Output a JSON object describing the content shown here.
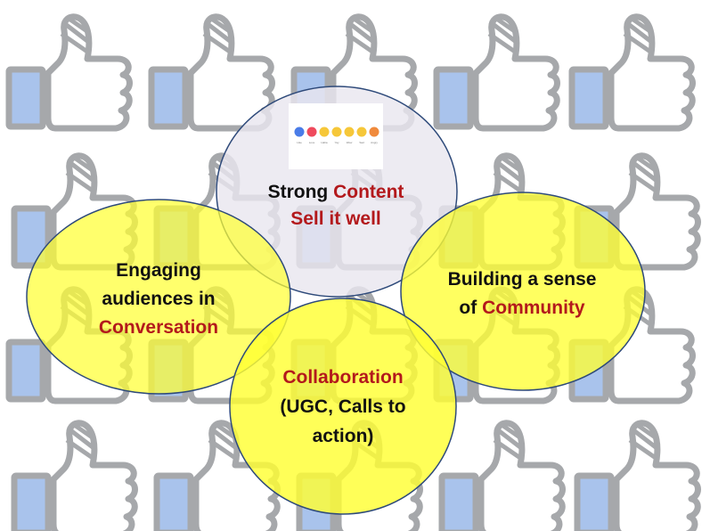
{
  "diagram": {
    "colors": {
      "center_fill": "#e9e6ef",
      "bubble_fill": "#ffff33",
      "outline": "#2e4a7a",
      "emphasis": "#b3191c",
      "text": "#111111",
      "like_blue": "#a9c3ec",
      "like_gray": "#a6a8ab"
    },
    "background_icon": "thumbs-up-bandaged-icon",
    "reactions": {
      "icons": [
        "like-icon",
        "love-icon",
        "haha-icon",
        "yay-icon",
        "wow-icon",
        "sad-icon",
        "angry-icon"
      ],
      "labels": [
        "Like",
        "Love",
        "Haha",
        "Yay",
        "Wow",
        "Sad",
        "Angry"
      ]
    },
    "nodes": {
      "content": {
        "lines": [
          [
            {
              "text": "Strong ",
              "emph": false
            },
            {
              "text": "Content",
              "emph": true
            }
          ],
          [
            {
              "text": "Sell it well",
              "emph": true
            }
          ]
        ]
      },
      "conversation": {
        "lines": [
          [
            {
              "text": "Engaging",
              "emph": false
            }
          ],
          [
            {
              "text": "audiences in",
              "emph": false
            }
          ],
          [
            {
              "text": "Conversation",
              "emph": true
            }
          ]
        ]
      },
      "community": {
        "lines": [
          [
            {
              "text": "Building a sense",
              "emph": false
            }
          ],
          [
            {
              "text": "of  ",
              "emph": false
            },
            {
              "text": "Community",
              "emph": true
            }
          ]
        ]
      },
      "collaboration": {
        "lines": [
          [
            {
              "text": "Collaboration",
              "emph": true
            }
          ],
          [
            {
              "text": "(UGC, Calls to",
              "emph": false
            }
          ],
          [
            {
              "text": "action)",
              "emph": false
            }
          ]
        ]
      }
    }
  }
}
